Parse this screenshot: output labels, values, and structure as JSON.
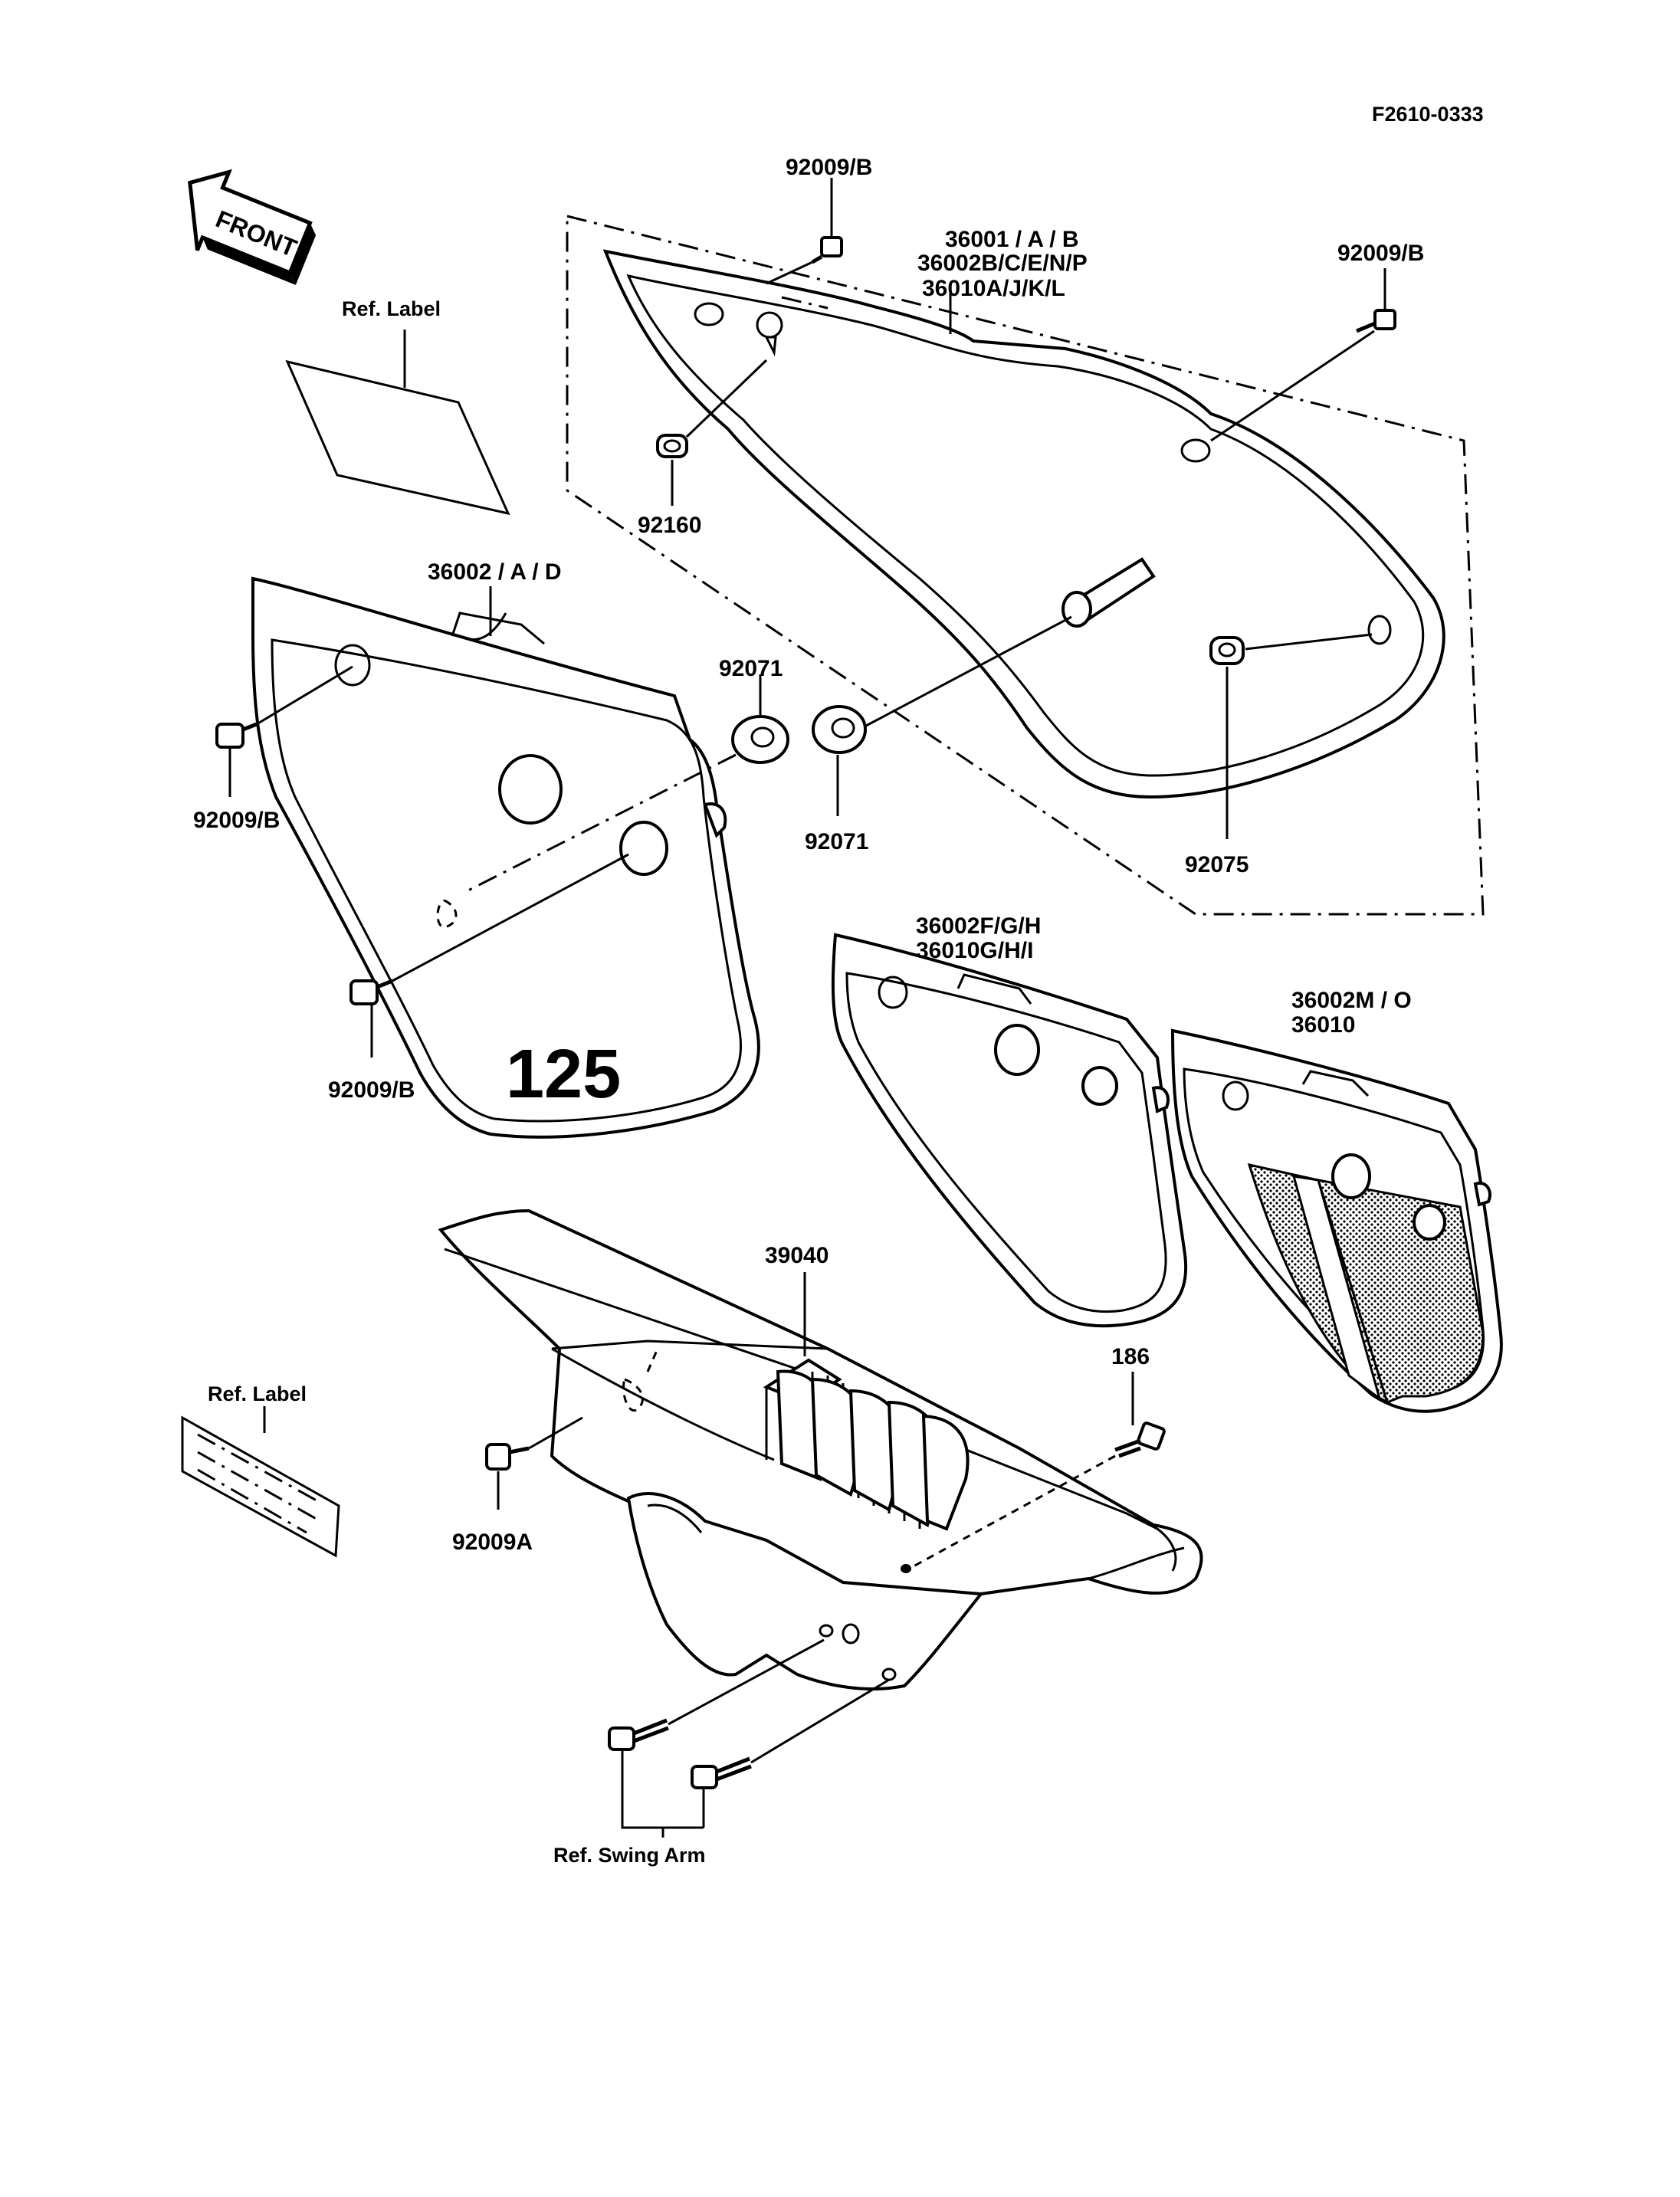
{
  "diagram_code": "F2610-0333",
  "front_label": "FRONT",
  "labels": {
    "p92009b_top": "92009/B",
    "p36001": "36001 / A / B",
    "p36002b": "36002B/C/E/N/P",
    "p36010a": "36010A/J/K/L",
    "p92009b_right": "92009/B",
    "ref_label_top": "Ref. Label",
    "p92160": "92160",
    "p36002": "36002 / A / D",
    "p92071_upper": "92071",
    "p92071_lower": "92071",
    "p92009b_left": "92009/B",
    "p92075": "92075",
    "p92009b_lower": "92009/B",
    "badge_125": "125",
    "p36002f": "36002F/G/H",
    "p36010g": "36010G/H/I",
    "p36002m": "36002M / O",
    "p36010": "36010",
    "p39040": "39040",
    "p186": "186",
    "ref_label_bottom": "Ref. Label",
    "p92009a": "92009A",
    "ref_swing_arm": "Ref. Swing Arm"
  }
}
